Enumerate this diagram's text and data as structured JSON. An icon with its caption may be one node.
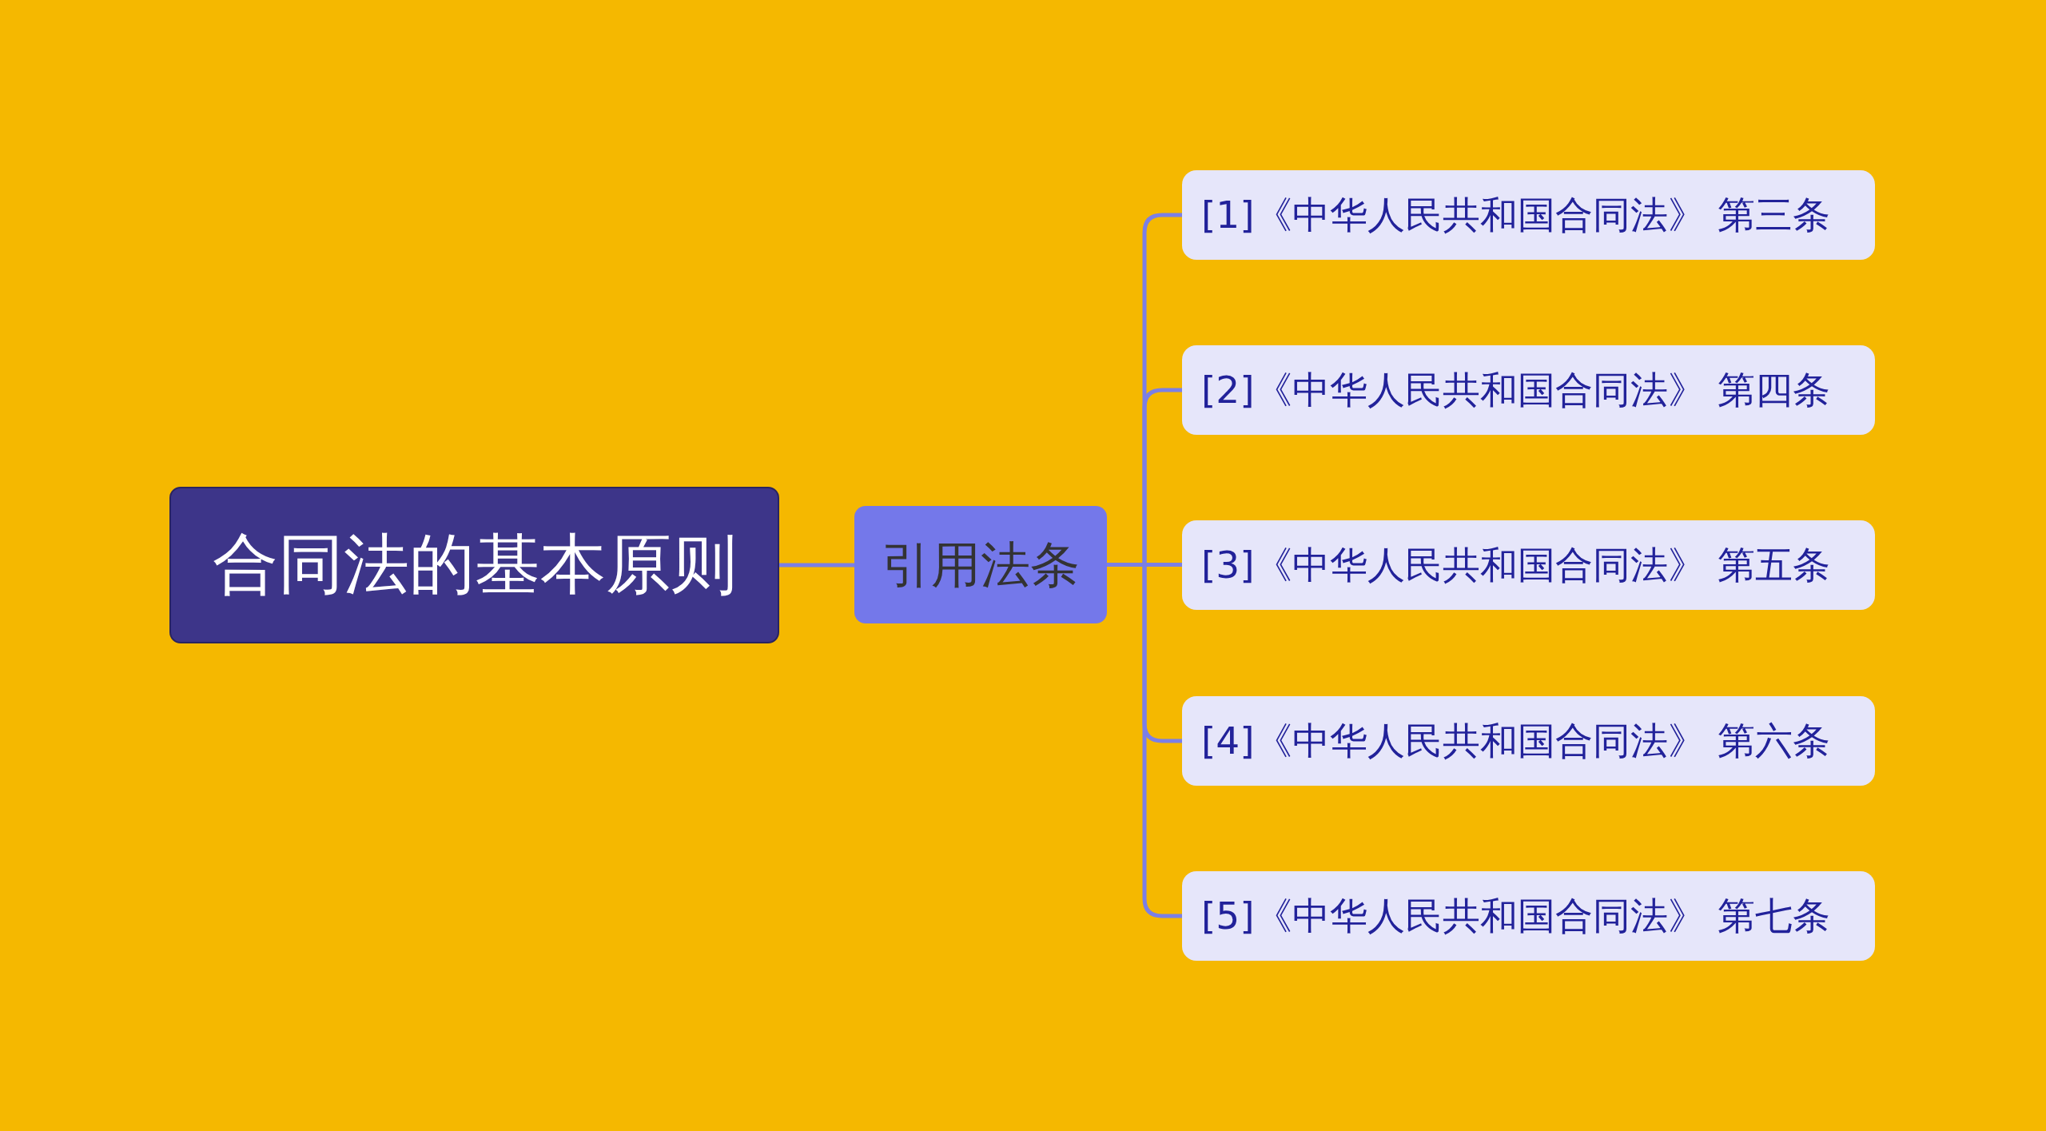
{
  "diagram": {
    "nodes": [
      {
        "text": [
          "合同法的基本原则"
        ]
      },
      {
        "text": [
          "引用法条"
        ]
      },
      {
        "text": [
          "[1]《中华人民共和国合同法》 第三条"
        ]
      },
      {
        "text": [
          "[2]《中华人民共和国合同法》 第四条"
        ]
      },
      {
        "text": [
          "[3]《中华人民共和国合同法》 第五条"
        ]
      },
      {
        "text": [
          "[4]《中华人民共和国合同法》 第六条"
        ]
      },
      {
        "text": [
          "[5]《中华人民共和国合同法》 第七条"
        ]
      }
    ],
    "edges": [
      {
        "from": 0,
        "to": 1,
        "arrow": "none"
      },
      {
        "from": 1,
        "to": 2,
        "arrow": "none"
      },
      {
        "from": 1,
        "to": 3,
        "arrow": "none"
      },
      {
        "from": 1,
        "to": 4,
        "arrow": "none"
      },
      {
        "from": 1,
        "to": 5,
        "arrow": "none"
      },
      {
        "from": 1,
        "to": 6,
        "arrow": "none"
      }
    ]
  }
}
